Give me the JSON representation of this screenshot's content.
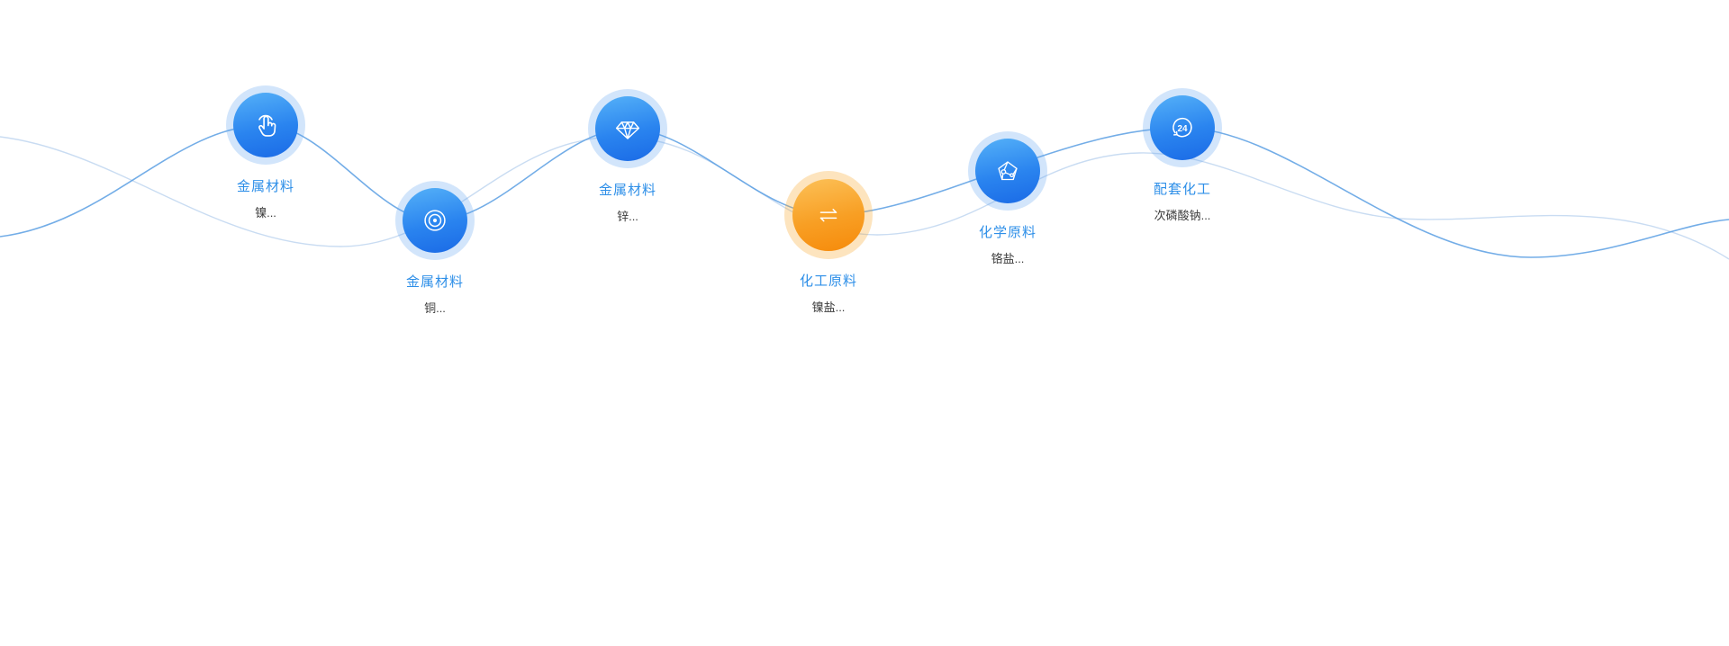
{
  "section": {
    "name": "product-category-wave",
    "background": "#ffffff"
  },
  "colors": {
    "node_blue_gradient_top": "#55b1f8",
    "node_blue_gradient_bottom": "#1a6ae6",
    "node_orange_gradient_top": "#fcc158",
    "node_orange_gradient_bottom": "#f68a0a",
    "halo_blue": "#5ca3f0",
    "halo_orange": "#faa528",
    "title_blue": "#2e8fe8",
    "subtitle_dark": "#3c3c3c",
    "wave_primary": "#5b9fe3",
    "wave_secondary": "#c9dcf2"
  },
  "nodes": [
    {
      "title": "金属材料",
      "subtitle": "镍...",
      "icon": "tap-finger-icon",
      "theme": "blue"
    },
    {
      "title": "金属材料",
      "subtitle": "铜...",
      "icon": "signal-rings-icon",
      "theme": "blue"
    },
    {
      "title": "金属材料",
      "subtitle": "锌...",
      "icon": "diamond-gem-icon",
      "theme": "blue"
    },
    {
      "title": "化工原料",
      "subtitle": "镍盐...",
      "icon": "exchange-arrows-icon",
      "theme": "orange"
    },
    {
      "title": "化学原料",
      "subtitle": "铬盐...",
      "icon": "molecule-pentagon-icon",
      "theme": "blue"
    },
    {
      "title": "配套化工",
      "subtitle": "次磷酸钠...",
      "icon": "24-hour-service-icon",
      "theme": "blue",
      "icon_text": "24"
    }
  ]
}
